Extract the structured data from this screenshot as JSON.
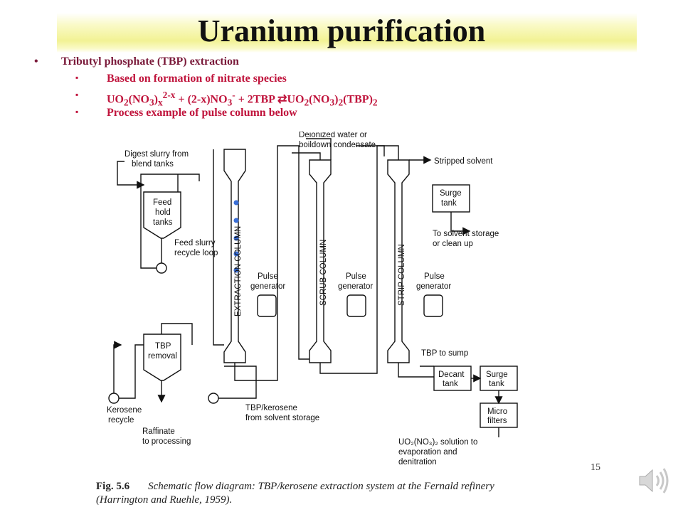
{
  "title": "Uranium purification",
  "bullets": {
    "main": "Tributyl phosphate (TBP) extraction",
    "sub1": "Based on formation of nitrate species",
    "sub2_parts": {
      "uo2": "UO",
      "s2": "2",
      "no3": "(NO",
      "s3": "3",
      "closex": ")",
      "sx": "x",
      "sup": "2-x",
      "plus": " + (2-x)NO",
      "s3b": "3",
      "supminus": "-",
      "tbp": " + 2TBP ",
      "arrow": "⇄",
      "prod": "UO",
      "s2b": "2",
      "no3b": "(NO",
      "s3c": "3",
      "close2": ")",
      "s2c": "2",
      "tbp2": "(TBP)",
      "s2d": "2"
    },
    "sub3": "Process example of pulse column below"
  },
  "diagram_labels": {
    "digest": [
      "Digest slurry from",
      "blend tanks"
    ],
    "feed_tank": [
      "Feed",
      "hold",
      "tanks"
    ],
    "feed_loop": [
      "Feed slurry",
      "recycle loop"
    ],
    "deionized": [
      "Deionized water or",
      "boildown condensate"
    ],
    "stripped": "Stripped solvent",
    "surge_top": [
      "Surge",
      "tank"
    ],
    "solvent_storage": [
      "To solvent storage",
      "or clean up"
    ],
    "extraction_col": "EXTRACTION COLUMN",
    "scrub_col": "SCRUB COLUMN",
    "strip_col": "STRIP COLUMN",
    "pulse1": [
      "Pulse",
      "generator"
    ],
    "pulse2": [
      "Pulse",
      "generator"
    ],
    "pulse3": [
      "Pulse",
      "generator"
    ],
    "tbp_removal": [
      "TBP",
      "removal"
    ],
    "kerosene": [
      "Kerosene",
      "recycle"
    ],
    "raffinate": [
      "Raffinate",
      "to processing"
    ],
    "tbp_kerosene": [
      "TBP/kerosene",
      "from solvent storage"
    ],
    "tbp_sump": "TBP to sump",
    "decant": [
      "Decant",
      "tank"
    ],
    "surge_bottom": [
      "Surge",
      "tank"
    ],
    "micro": [
      "Micro",
      "filters"
    ],
    "solution": [
      "UO₂(NO₃)₂ solution to",
      "evaporation and",
      "denitration"
    ]
  },
  "caption": {
    "fig": "Fig. 5.6",
    "line1": "Schematic flow diagram: TBP/kerosene extraction system at the Fernald refinery",
    "line2": "(Harrington and Ruehle, 1959)."
  },
  "slide_number": "15",
  "colors": {
    "title_band": "#f2f294",
    "bullet_main": "#7a1a3a",
    "bullet_sub": "#c0143c",
    "bubble": "#3b6fd6"
  }
}
